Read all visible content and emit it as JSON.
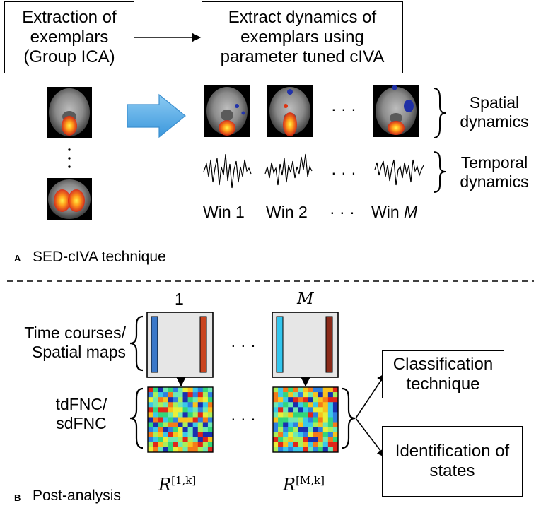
{
  "panel_a": {
    "tag": "A",
    "title": "SED-cIVA technique",
    "box_group_ica": "Extraction of\nexemplars\n(Group ICA)",
    "box_extract": "Extract dynamics of\nexemplars using\nparameter tuned cIVA",
    "spatial_label": "Spatial\ndynamics",
    "temporal_label": "Temporal\ndynamics",
    "win_labels": [
      "Win 1",
      "Win 2",
      "Win"
    ],
    "win_last_var": "M",
    "dots": "· · ·"
  },
  "panel_b": {
    "tag": "B",
    "title": "Post-analysis",
    "matrix_top_label_1": "1",
    "matrix_top_label_m": "M",
    "time_courses_label": "Time courses/\nSpatial maps",
    "fnc_label": "tdFNC/\nsdFNC",
    "r_label_1_base": "R",
    "r_label_1_sup": "[1,k]",
    "r_label_m_base": "R",
    "r_label_m_sup": "[M,k]",
    "box_classification": "Classification\ntechnique",
    "box_identification": "Identification of\nstates",
    "dots": "· · ·"
  },
  "colors": {
    "arrow_fill": "#5aaee6",
    "bar_blue_1": "#3a78c9",
    "bar_blue_m": "#33c6ee",
    "bar_orange_1": "#c9441f",
    "bar_orange_m": "#8a2a1a",
    "panel_grey": "#e6e6e6"
  }
}
